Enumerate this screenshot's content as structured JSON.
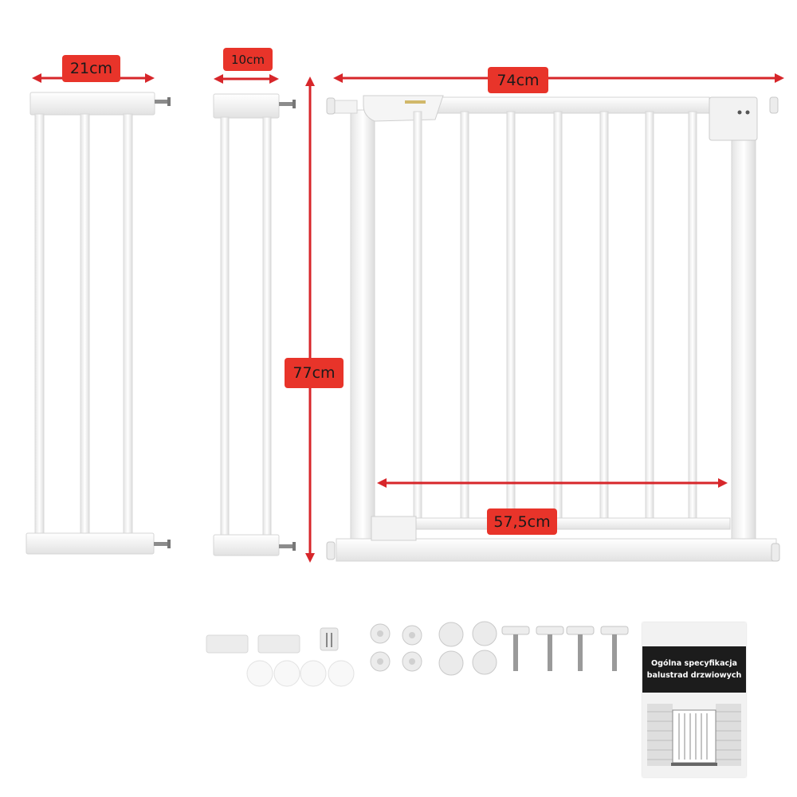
{
  "dimensions": {
    "extension_small": "21cm",
    "extension_tiny": "10cm",
    "gate_width": "74cm",
    "gate_height": "77cm",
    "passage_width": "57,5cm"
  },
  "manual": {
    "title_line1": "Ogólna specyfikacja",
    "title_line2": "balustrad drzwiowych"
  },
  "colors": {
    "label_bg": "#e8342a",
    "arrow": "#d7262a",
    "gate_white": "#f7f7f7"
  }
}
